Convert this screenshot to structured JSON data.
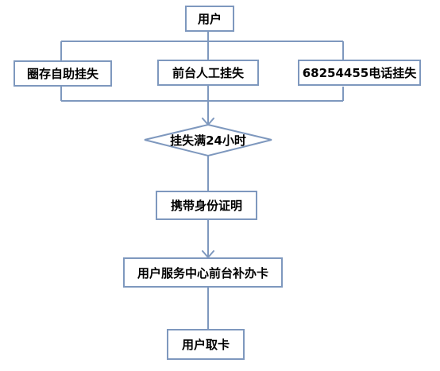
{
  "nodes": {
    "user": "用户",
    "self_service": "圈存自助挂失",
    "counter": "前台人工挂失",
    "phone": "68254455电话挂失",
    "decision": "挂失满24小时",
    "id_proof": "携带身份证明",
    "reissue": "用户服务中心前台补办卡",
    "pickup": "用户取卡"
  },
  "colors": {
    "border": "#7e98be",
    "background": "#ffffff",
    "text": "#000000"
  }
}
